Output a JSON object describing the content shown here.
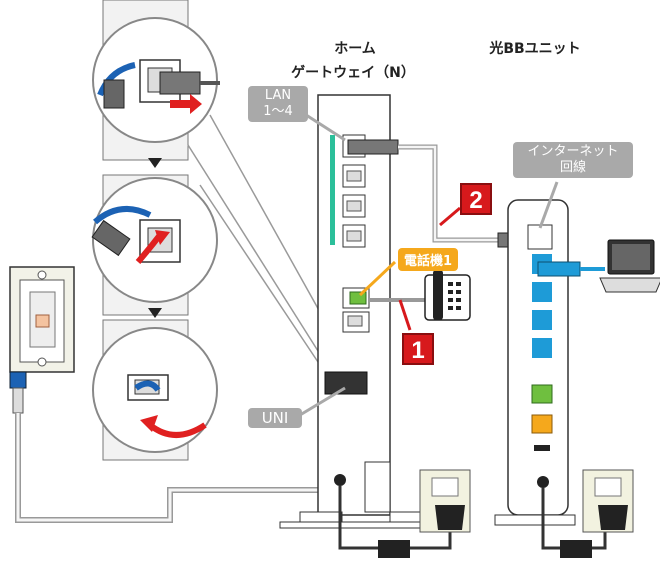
{
  "labels": {
    "home_gateway": [
      "ホーム",
      "ゲートウェイ（N）"
    ],
    "hikari_bb_unit": "光BBユニット",
    "lan_port": [
      "LAN",
      "1～4"
    ],
    "internet_line": [
      "インターネット",
      "回線"
    ],
    "telephone": "電話機1",
    "uni_port": "UNI",
    "step_one": "1",
    "step_two": "2"
  },
  "colors": {
    "step_badge": "#d7191c",
    "callout": "#a9a9a9",
    "phone_label": "#f5a81c",
    "lan_port_bar": "#2bbf9a",
    "bb_unit_lan": "#1e9bd7",
    "cable_blue": "#1c62b4",
    "phone_port": "#6fbf3f",
    "arrow_red": "#e02020"
  }
}
